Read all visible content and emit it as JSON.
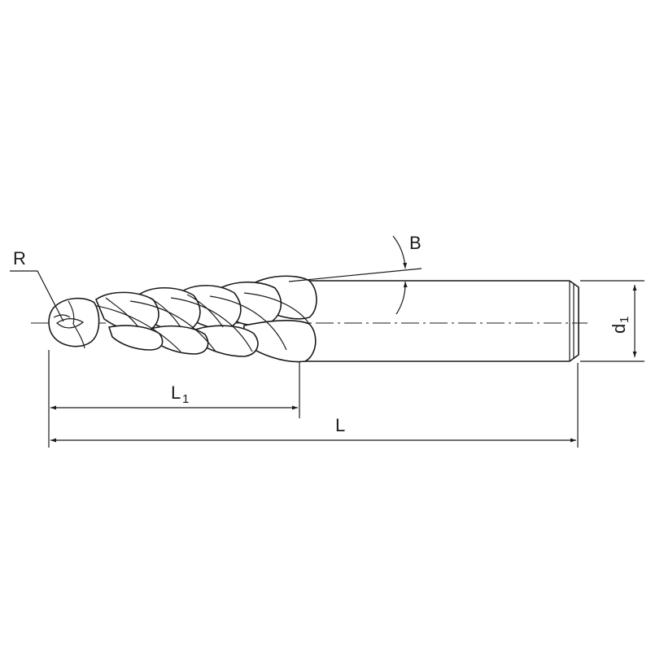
{
  "labels": {
    "radius": "R",
    "taper_angle": "B",
    "flute_length_main": "L",
    "flute_length_sub": "1",
    "overall_length": "L",
    "shank_diameter_main": "d",
    "shank_diameter_sub": "1"
  }
}
